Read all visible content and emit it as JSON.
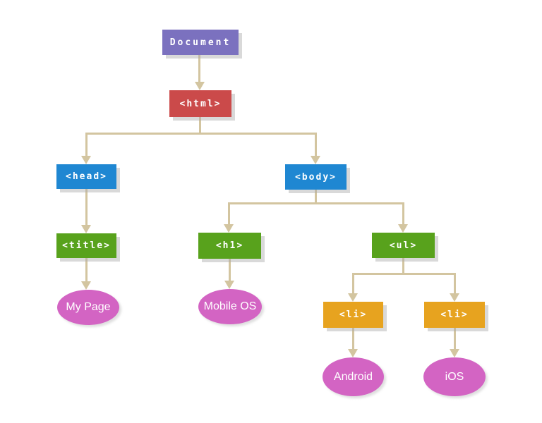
{
  "diagram": {
    "type": "dom-tree",
    "colors": {
      "document_node": "#7b71bf",
      "html_node": "#cb4a4a",
      "head_body_nodes": "#1f87d2",
      "title_h1_ul_nodes": "#58a21c",
      "li_nodes": "#e7a31f",
      "text_nodes": "#d364c3",
      "connector": "#d3c5a0",
      "node_text": "#ffffff"
    },
    "nodes": {
      "document": {
        "label": "Document"
      },
      "html": {
        "label": "<html>"
      },
      "head": {
        "label": "<head>"
      },
      "body": {
        "label": "<body>"
      },
      "title": {
        "label": "<title>"
      },
      "h1": {
        "label": "<h1>"
      },
      "ul": {
        "label": "<ul>"
      },
      "li1": {
        "label": "<li>"
      },
      "li2": {
        "label": "<li>"
      },
      "my_page": {
        "label": "My Page"
      },
      "mobile_os": {
        "label": "Mobile OS"
      },
      "android": {
        "label": "Android"
      },
      "ios": {
        "label": "iOS"
      }
    },
    "edges": [
      "document->html",
      "html->head",
      "html->body",
      "head->title",
      "title->my_page",
      "body->h1",
      "body->ul",
      "h1->mobile_os",
      "ul->li1",
      "ul->li2",
      "li1->android",
      "li2->ios"
    ]
  }
}
